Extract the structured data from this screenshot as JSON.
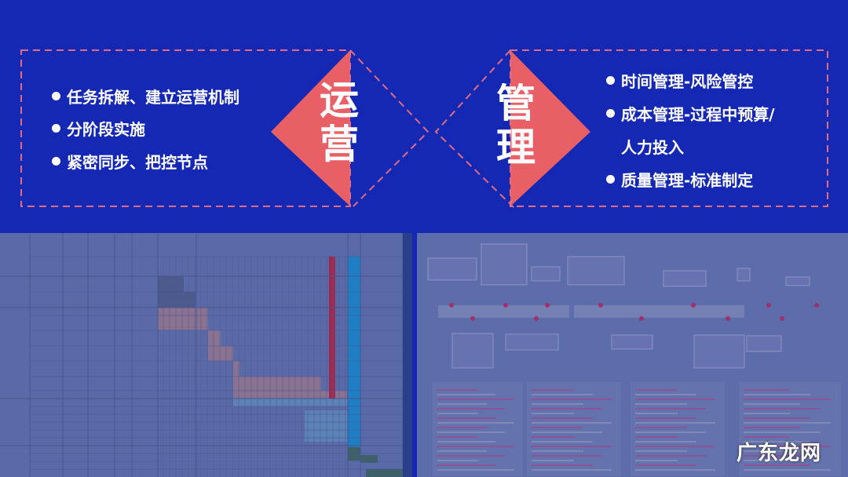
{
  "colors": {
    "background": "#1428b4",
    "accent": "#e85f66",
    "dash": "#e06c84",
    "text": "#ffffff"
  },
  "left_panel": {
    "title": "运营",
    "items": [
      "任务拆解、建立运营机制",
      "分阶段实施",
      "紧密同步、把控节点"
    ]
  },
  "right_panel": {
    "title": "管理",
    "items": [
      "时间管理-风险管控",
      "成本管理-过程中预算/",
      "人力投入",
      "质量管理-标准制定"
    ]
  },
  "images": {
    "left": "gantt-chart-screenshot",
    "right": "timeline-plan-screenshot"
  },
  "watermark": "广东龙网"
}
